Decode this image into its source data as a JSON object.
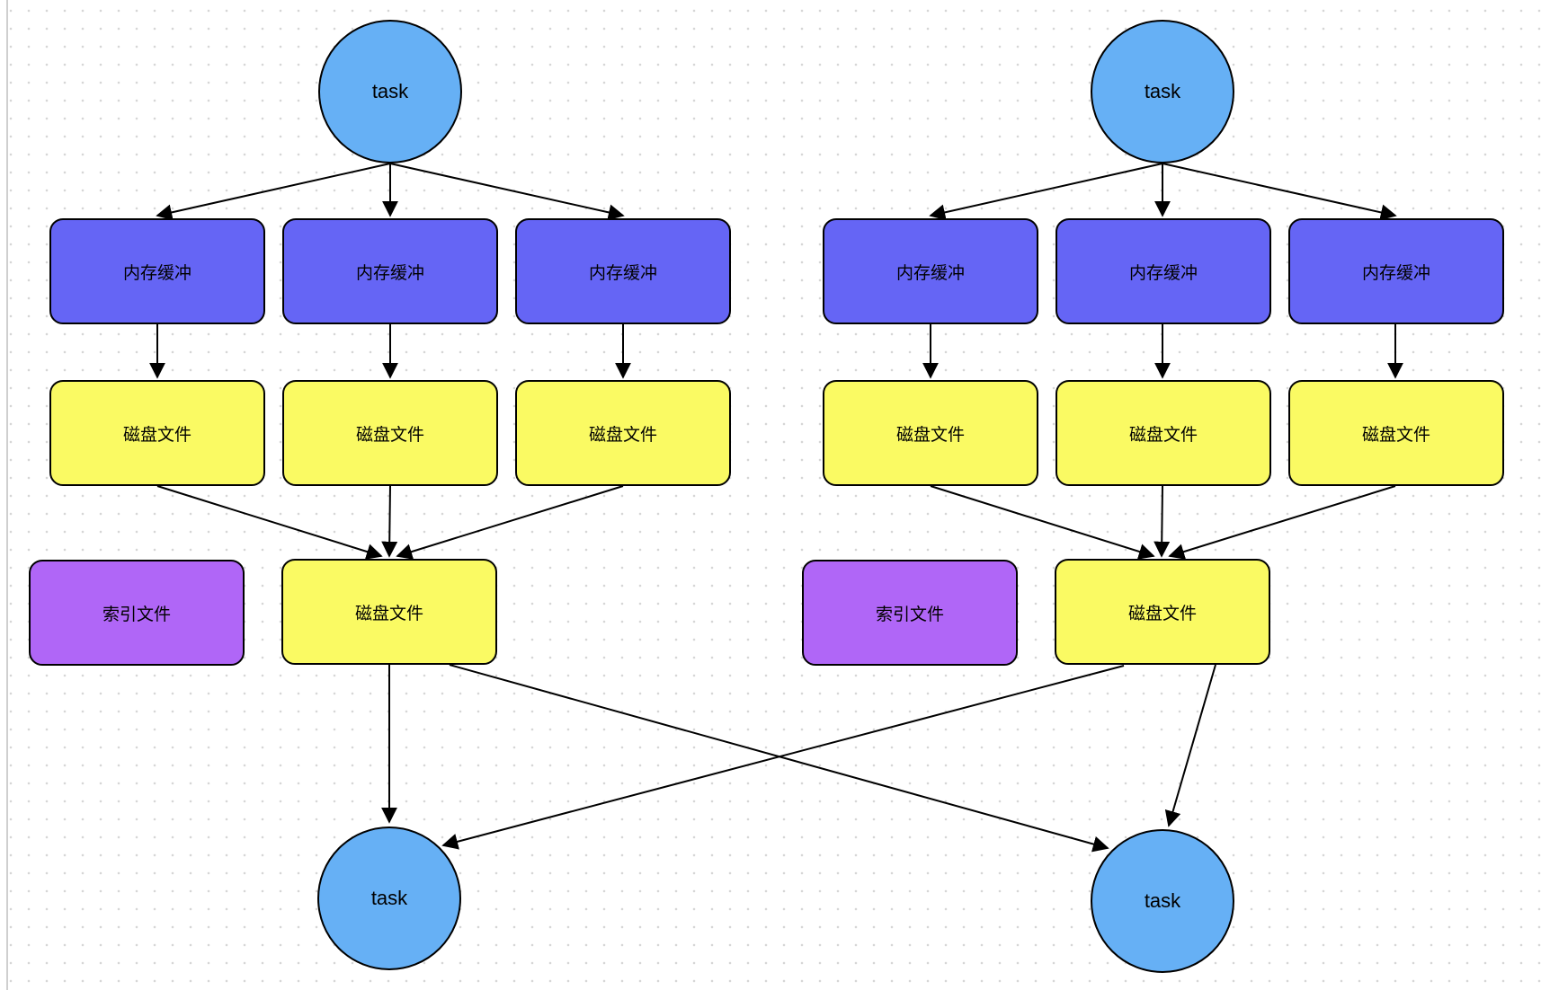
{
  "diagram": {
    "colors": {
      "task_fill": "#66B0F5",
      "buffer_fill": "#6565F5",
      "disk_fill": "#FAFA63",
      "index_fill": "#B066F7",
      "stroke": "#000000",
      "dot": "#D6D6D6"
    },
    "groups": [
      {
        "side": "left",
        "task_top": "task",
        "buffers": [
          "内存缓冲",
          "内存缓冲",
          "内存缓冲"
        ],
        "disks": [
          "磁盘文件",
          "磁盘文件",
          "磁盘文件"
        ],
        "index_file": "索引文件",
        "merged_disk": "磁盘文件",
        "task_bottom": "task"
      },
      {
        "side": "right",
        "task_top": "task",
        "buffers": [
          "内存缓冲",
          "内存缓冲",
          "内存缓冲"
        ],
        "disks": [
          "磁盘文件",
          "磁盘文件",
          "磁盘文件"
        ],
        "index_file": "索引文件",
        "merged_disk": "磁盘文件",
        "task_bottom": "task"
      }
    ]
  }
}
